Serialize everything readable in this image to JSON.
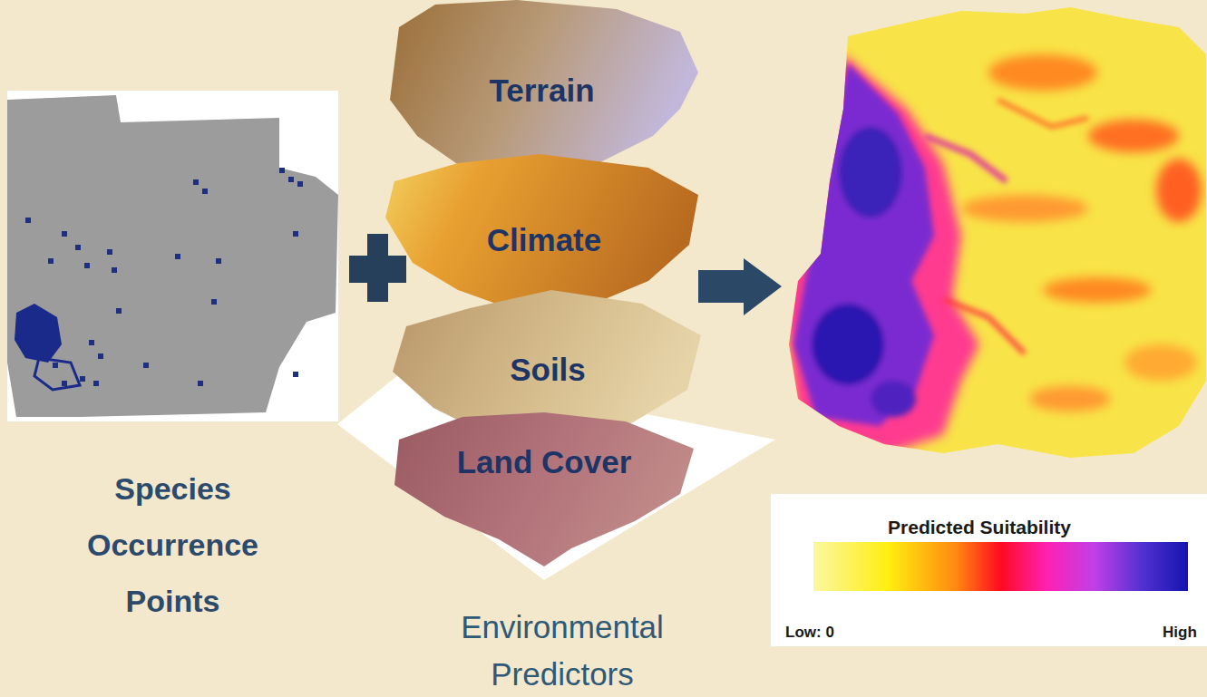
{
  "diagram": {
    "nodes": [
      {
        "text": [
          "Species Occurrence Points"
        ]
      },
      {
        "text": [
          "Terrain"
        ]
      },
      {
        "text": [
          "Climate"
        ]
      },
      {
        "text": [
          "Soils"
        ]
      },
      {
        "text": [
          "Land Cover"
        ]
      }
    ],
    "labels": [
      "Environmental Predictors",
      "Predicted Suitability",
      "Low: 0",
      "High"
    ]
  }
}
